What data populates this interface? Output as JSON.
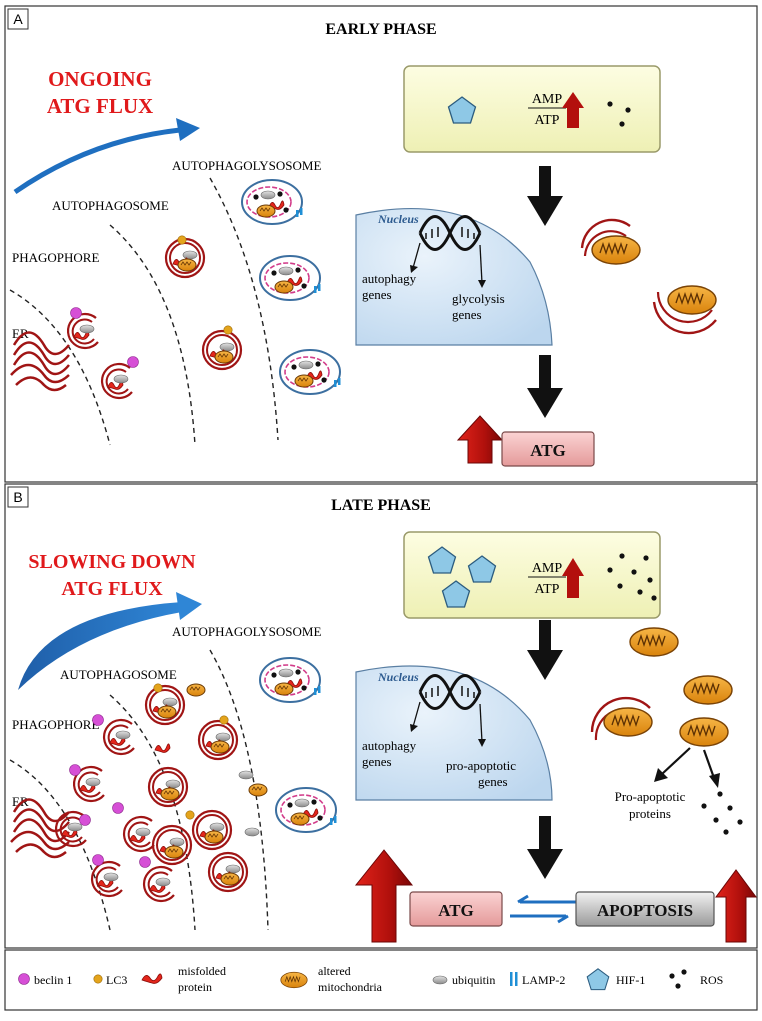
{
  "panel_a": {
    "tag": "A",
    "title": "EARLY  PHASE",
    "flux_line1": "ONGOING",
    "flux_line2": "ATG FLUX",
    "stage_autophagolysosome": "AUTOPHAGOLYSOSOME",
    "stage_autophagosome": "AUTOPHAGOSOME",
    "stage_phagophore": "PHAGOPHORE",
    "stage_er": "ER",
    "ratio_top": "AMP",
    "ratio_bottom": "ATP",
    "nucleus": "Nucleus",
    "gene1_line1": "autophagy",
    "gene1_line2": "genes",
    "gene2_line1": "glycolysis",
    "gene2_line2": "genes",
    "atg": "ATG"
  },
  "panel_b": {
    "tag": "B",
    "title": "LATE  PHASE",
    "flux_line1": "SLOWING DOWN",
    "flux_line2": "ATG FLUX",
    "stage_autophagolysosome": "AUTOPHAGOLYSOSOME",
    "stage_autophagosome": "AUTOPHAGOSOME",
    "stage_phagophore": "PHAGOPHORE",
    "stage_er": "ER",
    "ratio_top": "AMP",
    "ratio_bottom": "ATP",
    "nucleus": "Nucleus",
    "gene1_line1": "autophagy",
    "gene1_line2": "genes",
    "gene2_line1": "pro-apoptotic",
    "gene2_line2": "genes",
    "proapoptotic_line1": "Pro-apoptotic",
    "proapoptotic_line2": "proteins",
    "atg": "ATG",
    "apoptosis": "APOPTOSIS"
  },
  "legend": {
    "beclin": "beclin 1",
    "lc3": "LC3",
    "misfolded_line1": "misfolded",
    "misfolded_line2": "protein",
    "mito_line1": "altered",
    "mito_line2": "mitochondria",
    "ubiquitin": "ubiquitin",
    "lamp": "LAMP-2",
    "hif": "HIF-1",
    "ros": "ROS"
  },
  "colors": {
    "red": "#e0191b",
    "membrane": "#a01515",
    "lysosome": "#3c6fa0",
    "beclin": "#d64fd6",
    "lc3": "#e4a41c",
    "hif": "#8ec8e6",
    "ratio_box": "#fafad2",
    "nucleus": "#d6e7f5",
    "atg_box": "#f4b3b3",
    "apoptosis_box": "#bdbdbd"
  }
}
